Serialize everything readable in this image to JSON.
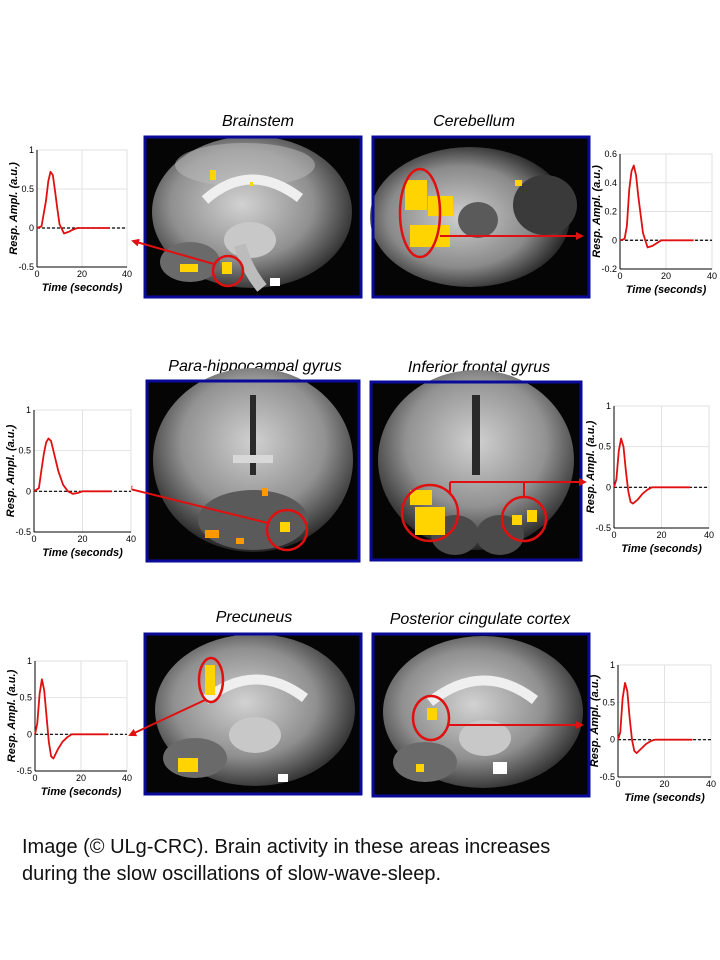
{
  "colors": {
    "panel_border": "#0a0a9a",
    "response_curve": "#e01010",
    "highlight": "#e01010",
    "activation": "#ffe000",
    "baseline": "#000000"
  },
  "axes_text": {
    "ylabel": "Resp. Ampl. (a.u.)",
    "xlabel": "Time (seconds)"
  },
  "regions": [
    {
      "title": "Brainstem",
      "image": "brain-scan-sagittal"
    },
    {
      "title": "Cerebellum",
      "image": "brain-scan-axial"
    },
    {
      "title": "Para-hippocampal gyrus",
      "image": "brain-scan-coronal"
    },
    {
      "title": "Inferior frontal gyrus",
      "image": "brain-scan-coronal"
    },
    {
      "title": "Precuneus",
      "image": "brain-scan-sagittal"
    },
    {
      "title": "Posterior cingulate cortex",
      "image": "brain-scan-sagittal"
    }
  ],
  "chart_data": [
    {
      "type": "line",
      "region": "Brainstem",
      "xlim": [
        0,
        40
      ],
      "ylim": [
        -0.5,
        1
      ],
      "xticks": [
        "0",
        "20",
        "40"
      ],
      "yticks": [
        "1",
        "0.5",
        "0",
        "-0.5"
      ],
      "x": [
        0,
        2,
        4,
        5,
        6,
        7,
        8,
        9,
        10,
        12,
        14,
        16,
        18,
        20,
        24,
        28,
        32
      ],
      "y": [
        0,
        0.02,
        0.35,
        0.6,
        0.72,
        0.68,
        0.48,
        0.25,
        0.05,
        -0.07,
        -0.05,
        -0.02,
        0,
        0,
        0,
        0,
        0
      ]
    },
    {
      "type": "line",
      "region": "Cerebellum",
      "xlim": [
        0,
        40
      ],
      "ylim": [
        -0.2,
        0.6
      ],
      "xticks": [
        "0",
        "20",
        "40"
      ],
      "yticks": [
        "0.6",
        "0.4",
        "0.2",
        "0",
        "-0.2"
      ],
      "x": [
        0,
        2,
        3,
        4,
        5,
        6,
        7,
        8,
        10,
        12,
        14,
        16,
        18,
        20,
        24,
        28,
        32
      ],
      "y": [
        0,
        0.01,
        0.1,
        0.35,
        0.48,
        0.52,
        0.45,
        0.3,
        0.05,
        -0.05,
        -0.04,
        -0.02,
        0,
        0,
        0,
        0,
        0
      ]
    },
    {
      "type": "line",
      "region": "Para-hippocampal gyrus",
      "xlim": [
        0,
        40
      ],
      "ylim": [
        -0.5,
        1
      ],
      "xticks": [
        "0",
        "20",
        "40"
      ],
      "yticks": [
        "1",
        "0.5",
        "0",
        "-0.5"
      ],
      "x": [
        0,
        2,
        3,
        4,
        5,
        6,
        7,
        8,
        10,
        12,
        14,
        16,
        18,
        20,
        24,
        28,
        32
      ],
      "y": [
        0,
        0.04,
        0.25,
        0.45,
        0.6,
        0.65,
        0.62,
        0.5,
        0.25,
        0.08,
        0,
        -0.03,
        -0.02,
        0,
        0,
        0,
        0
      ]
    },
    {
      "type": "line",
      "region": "Inferior frontal gyrus",
      "xlim": [
        0,
        40
      ],
      "ylim": [
        -0.5,
        1
      ],
      "xticks": [
        "0",
        "20",
        "40"
      ],
      "yticks": [
        "1",
        "0.5",
        "0",
        "-0.5"
      ],
      "x": [
        0,
        1,
        2,
        3,
        4,
        5,
        6,
        7,
        8,
        10,
        12,
        14,
        16,
        18,
        20,
        24,
        28,
        32
      ],
      "y": [
        0,
        0.1,
        0.45,
        0.6,
        0.5,
        0.2,
        -0.05,
        -0.18,
        -0.2,
        -0.15,
        -0.08,
        -0.03,
        0,
        0,
        0,
        0,
        0,
        0
      ]
    },
    {
      "type": "line",
      "region": "Precuneus",
      "xlim": [
        0,
        40
      ],
      "ylim": [
        -0.5,
        1
      ],
      "xticks": [
        "0",
        "20",
        "40"
      ],
      "yticks": [
        "1",
        "0.5",
        "0",
        "-0.5"
      ],
      "x": [
        0,
        1,
        2,
        3,
        4,
        5,
        6,
        7,
        8,
        10,
        12,
        14,
        16,
        18,
        20,
        24,
        28,
        32
      ],
      "y": [
        0,
        0.15,
        0.55,
        0.75,
        0.6,
        0.25,
        -0.1,
        -0.3,
        -0.33,
        -0.2,
        -0.1,
        -0.04,
        0,
        0,
        0,
        0,
        0,
        0
      ]
    },
    {
      "type": "line",
      "region": "Posterior cingulate cortex",
      "xlim": [
        0,
        40
      ],
      "ylim": [
        -0.5,
        1
      ],
      "xticks": [
        "0",
        "20",
        "40"
      ],
      "yticks": [
        "1",
        "0.5",
        "0",
        "-0.5"
      ],
      "x": [
        0,
        1,
        2,
        3,
        4,
        5,
        6,
        7,
        8,
        10,
        12,
        14,
        16,
        18,
        20,
        24,
        28,
        32
      ],
      "y": [
        0,
        0.1,
        0.55,
        0.76,
        0.65,
        0.3,
        0,
        -0.15,
        -0.18,
        -0.12,
        -0.06,
        -0.02,
        0,
        0,
        0,
        0,
        0,
        0
      ]
    }
  ],
  "caption": {
    "line1": "Image (© ULg-CRC). Brain activity in these areas increases",
    "line2": "during the slow oscillations of slow-wave-sleep."
  }
}
